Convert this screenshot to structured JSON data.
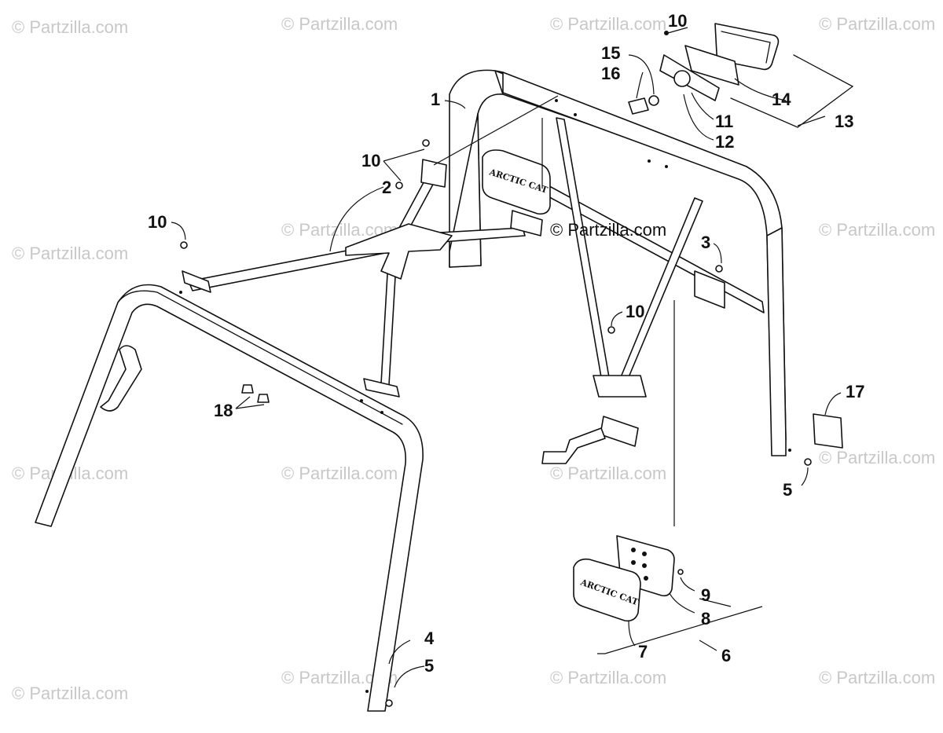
{
  "watermark": "© Partzilla.com",
  "center_watermark": "© Partzilla.com",
  "logo_text": "ARCTIC CAT",
  "callouts": {
    "c1": "1",
    "c2": "2",
    "c3": "3",
    "c4": "4",
    "c5a": "5",
    "c5b": "5",
    "c6": "6",
    "c7": "7",
    "c8": "8",
    "c9": "9",
    "c10a": "10",
    "c10b": "10",
    "c10c": "10",
    "c10d": "10",
    "c11": "11",
    "c12": "12",
    "c13": "13",
    "c14": "14",
    "c15": "15",
    "c16": "16",
    "c17": "17",
    "c18": "18"
  },
  "colors": {
    "ink": "#111111",
    "watermark": "#c8c8c8",
    "background": "#ffffff"
  }
}
